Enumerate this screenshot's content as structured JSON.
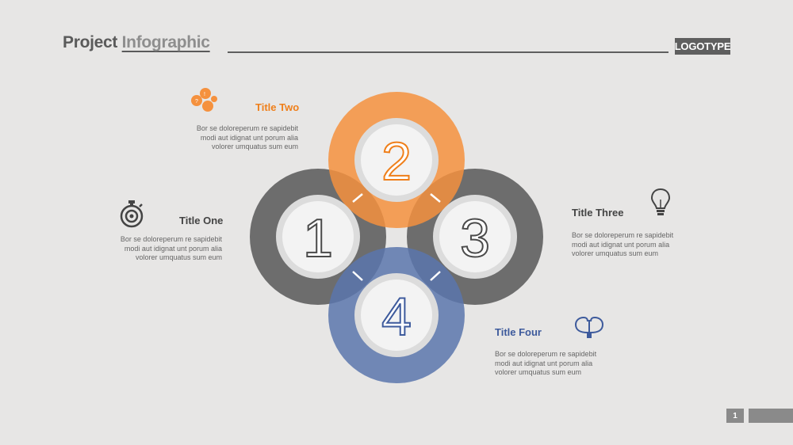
{
  "header": {
    "title_part1": "Project ",
    "title_part2": "Infographic",
    "logotype": "LOGOTYPE"
  },
  "colors": {
    "background": "#e7e6e5",
    "gray_ring": "#5f5f5f",
    "orange": "#f5913e",
    "blue": "#5a75ad",
    "title_dark": "#444444",
    "title_orange": "#ef7f1a",
    "title_blue": "#3d5a9c"
  },
  "circles": [
    {
      "number": "1",
      "color": "gray"
    },
    {
      "number": "2",
      "color": "orange"
    },
    {
      "number": "3",
      "color": "gray"
    },
    {
      "number": "4",
      "color": "blue"
    }
  ],
  "items": [
    {
      "title": "Title One",
      "body": "Bor se doloreperum re sapidebit\nmodi aut idignat unt porum alia\nvolorer umquatus sum eum",
      "icon": "stopwatch-icon"
    },
    {
      "title": "Title Two",
      "body": "Bor se doloreperum re sapidebit\nmodi aut idignat unt porum alia\nvolorer umquatus sum eum",
      "icon": "people-network-icon"
    },
    {
      "title": "Title Three",
      "body": "Bor se doloreperum re sapidebit\nmodi aut idignat unt porum alia\nvolorer umquatus sum eum",
      "icon": "light-bulb-icon"
    },
    {
      "title": "Title Four",
      "body": "Bor se doloreperum re sapidebit\nmodi aut idignat unt porum alia\nvolorer umquatus sum eum",
      "icon": "two-heads-icon"
    }
  ],
  "footer": {
    "page_number": "1"
  }
}
